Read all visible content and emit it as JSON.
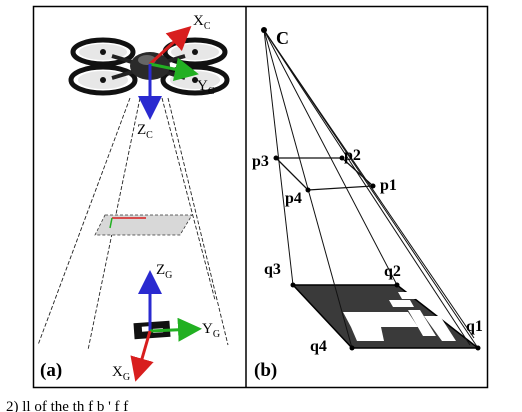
{
  "panel_a": {
    "label": "(a)",
    "camera_axes": {
      "x": "X",
      "x_sub": "C",
      "y": "Y",
      "y_sub": "C",
      "z": "Z",
      "z_sub": "C"
    },
    "marker_axes": {
      "x": "X",
      "x_sub": "G",
      "y": "Y",
      "y_sub": "G",
      "z": "Z",
      "z_sub": "G"
    }
  },
  "panel_b": {
    "label": "(b)",
    "camera_center": "C",
    "image_points": [
      "p1",
      "p2",
      "p3",
      "p4"
    ],
    "marker_corners": [
      "q1",
      "q2",
      "q3",
      "q4"
    ]
  },
  "caption_fragment": "2)  ll  of  the  th         f           b           '                  f                 f"
}
